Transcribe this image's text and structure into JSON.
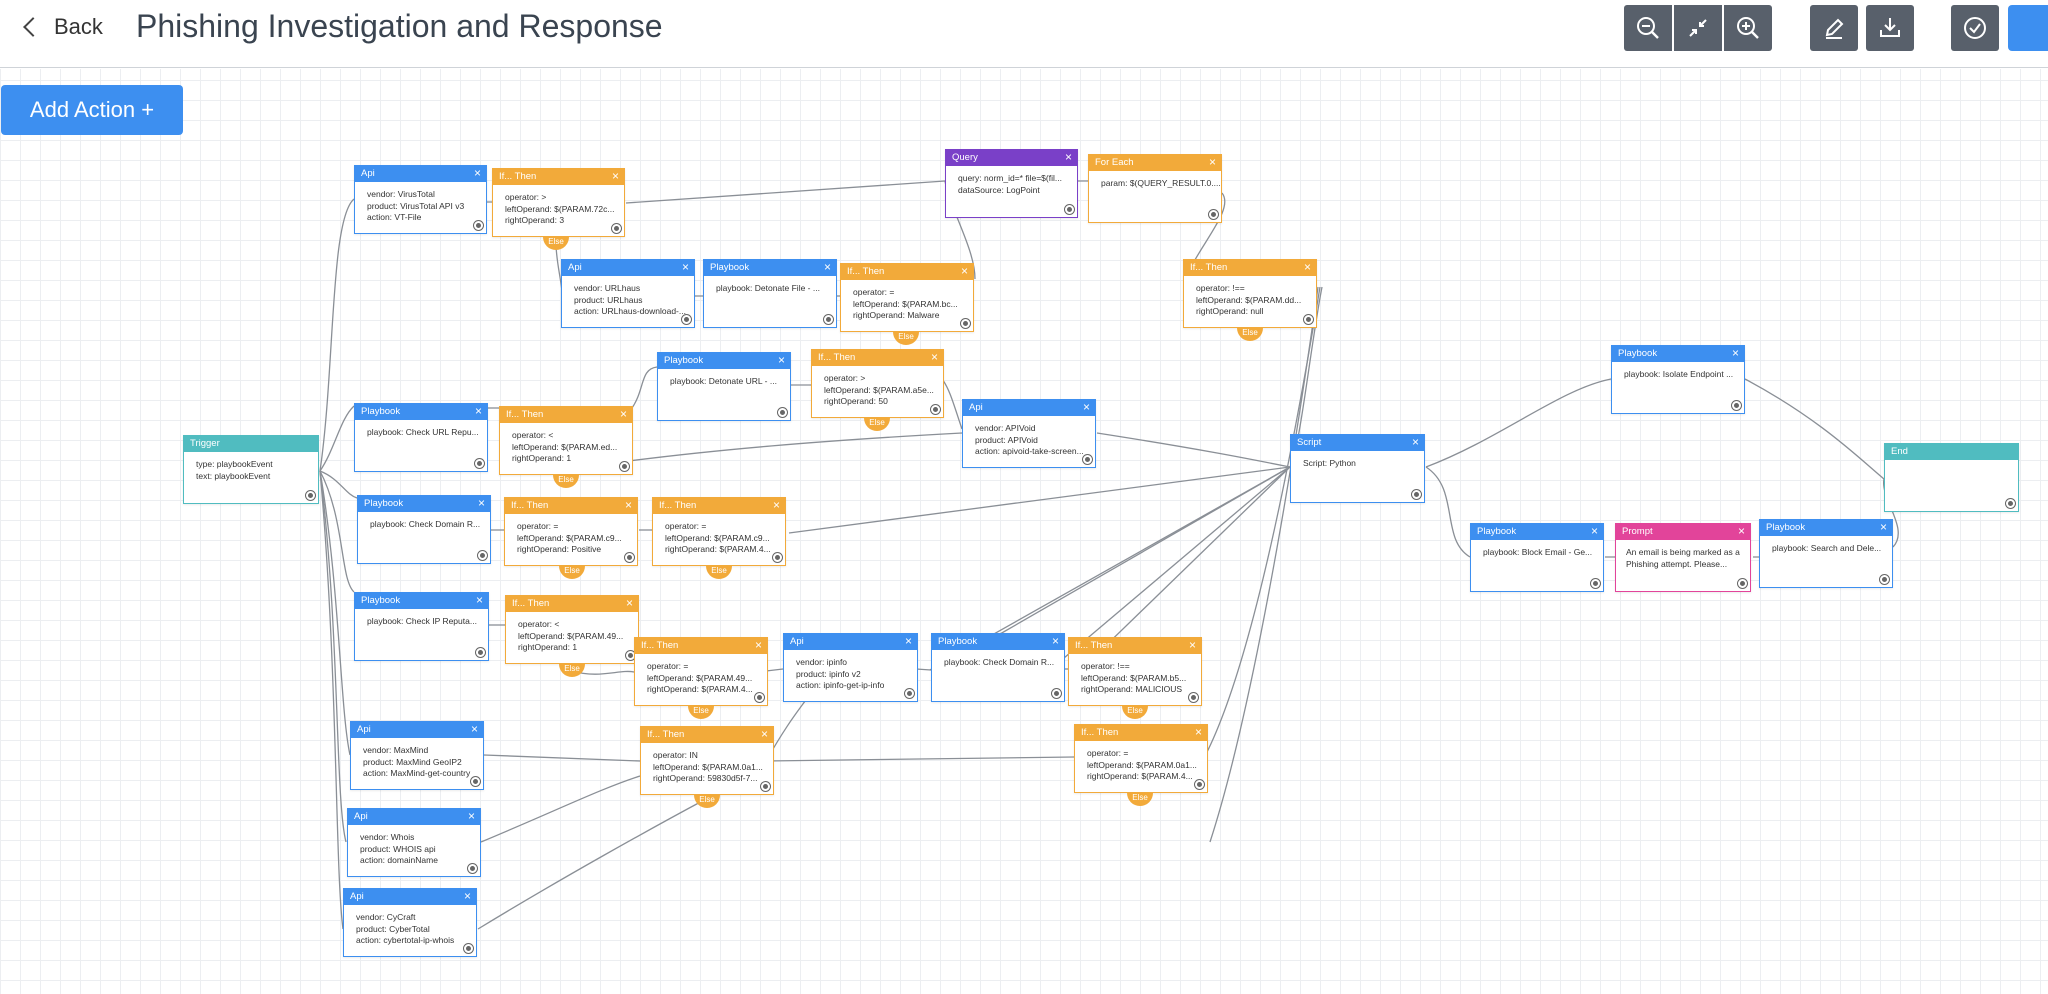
{
  "header": {
    "back_label": "Back",
    "title": "Phishing Investigation and Response",
    "tools": [
      "zoom-out-icon",
      "collapse-icon",
      "zoom-in-icon",
      "edit-icon",
      "download-icon",
      "check-icon"
    ]
  },
  "toolbar": {
    "add_action_label": "Add Action +"
  },
  "else_label": "Else",
  "nodes": {
    "trigger": {
      "title": "Trigger",
      "lines": [
        "type: playbookEvent",
        "text: playbookEvent"
      ]
    },
    "api_vt": {
      "title": "Api",
      "lines": [
        "vendor: VirusTotal",
        "product: VirusTotal API v3",
        "action: VT-File"
      ]
    },
    "if_vt": {
      "title": "If... Then",
      "lines": [
        "operator: >",
        "leftOperand: $(PARAM.72c...",
        "rightOperand: 3"
      ]
    },
    "query": {
      "title": "Query",
      "lines": [
        "query: norm_id=* file=$(fil...",
        "dataSource: LogPoint"
      ]
    },
    "foreach": {
      "title": "For Each",
      "lines": [
        "param: $(QUERY_RESULT.0...."
      ]
    },
    "api_urlhaus": {
      "title": "Api",
      "lines": [
        "vendor: URLhaus",
        "product: URLhaus",
        "action: URLhaus-download-..."
      ]
    },
    "pb_detfile": {
      "title": "Playbook",
      "lines": [
        "playbook: Detonate File - ..."
      ]
    },
    "if_malware": {
      "title": "If... Then",
      "lines": [
        "operator: =",
        "leftOperand: $(PARAM.bc...",
        "rightOperand: Malware"
      ]
    },
    "if_null": {
      "title": "If... Then",
      "lines": [
        "operator: !==",
        "leftOperand: $(PARAM.dd...",
        "rightOperand: null"
      ]
    },
    "pb_deturl": {
      "title": "Playbook",
      "lines": [
        "playbook: Detonate URL - ..."
      ]
    },
    "if_50": {
      "title": "If... Then",
      "lines": [
        "operator: >",
        "leftOperand: $(PARAM.a5e...",
        "rightOperand: 50"
      ]
    },
    "pb_checkurl": {
      "title": "Playbook",
      "lines": [
        "playbook: Check URL Repu..."
      ]
    },
    "if_lt1": {
      "title": "If... Then",
      "lines": [
        "operator: <",
        "leftOperand: $(PARAM.ed...",
        "rightOperand: 1"
      ]
    },
    "api_apivoid": {
      "title": "Api",
      "lines": [
        "vendor: APIVoid",
        "product: APIVoid",
        "action: apivoid-take-screen..."
      ]
    },
    "script": {
      "title": "Script",
      "lines": [
        "Script: Python"
      ]
    },
    "pb_isolate": {
      "title": "Playbook",
      "lines": [
        "playbook: Isolate Endpoint ..."
      ]
    },
    "end": {
      "title": "End",
      "lines": []
    },
    "pb_checkdomain": {
      "title": "Playbook",
      "lines": [
        "playbook: Check Domain R..."
      ]
    },
    "if_positive": {
      "title": "If... Then",
      "lines": [
        "operator: =",
        "leftOperand: $(PARAM.c9...",
        "rightOperand: Positive"
      ]
    },
    "if_eq4": {
      "title": "If... Then",
      "lines": [
        "operator: =",
        "leftOperand: $(PARAM.c9...",
        "rightOperand: $(PARAM.4..."
      ]
    },
    "pb_blockemail": {
      "title": "Playbook",
      "lines": [
        "playbook: Block Email - Ge..."
      ]
    },
    "prompt": {
      "title": "Prompt",
      "lines": [
        "An email is being marked as a",
        "Phishing attempt. Please..."
      ]
    },
    "pb_searchdel": {
      "title": "Playbook",
      "lines": [
        "playbook: Search and Dele..."
      ]
    },
    "pb_checkip": {
      "title": "Playbook",
      "lines": [
        "playbook: Check IP Reputa..."
      ]
    },
    "if_lt49": {
      "title": "If... Then",
      "lines": [
        "operator: <",
        "leftOperand: $(PARAM.49...",
        "rightOperand: 1"
      ]
    },
    "if_eq49": {
      "title": "If... Then",
      "lines": [
        "operator: =",
        "leftOperand: $(PARAM.49...",
        "rightOperand: $(PARAM.4..."
      ]
    },
    "api_ipinfo": {
      "title": "Api",
      "lines": [
        "vendor: ipinfo",
        "product: ipinfo v2",
        "action: ipinfo-get-ip-info"
      ]
    },
    "pb_checkdomain2": {
      "title": "Playbook",
      "lines": [
        "playbook: Check Domain R..."
      ]
    },
    "if_malicious": {
      "title": "If... Then",
      "lines": [
        "operator: !==",
        "leftOperand: $(PARAM.b5...",
        "rightOperand: MALICIOUS"
      ]
    },
    "api_maxmind": {
      "title": "Api",
      "lines": [
        "vendor: MaxMind",
        "product: MaxMind GeoIP2",
        "action: MaxMind-get-country"
      ]
    },
    "if_in": {
      "title": "If... Then",
      "lines": [
        "operator: IN",
        "leftOperand: $(PARAM.0a1...",
        "rightOperand: 59830d5f-7..."
      ]
    },
    "if_eq0a1": {
      "title": "If... Then",
      "lines": [
        "operator: =",
        "leftOperand: $(PARAM.0a1...",
        "rightOperand: $(PARAM.4..."
      ]
    },
    "api_whois": {
      "title": "Api",
      "lines": [
        "vendor: Whois",
        "product: WHOIS api",
        "action: domainName"
      ]
    },
    "api_cycraft": {
      "title": "Api",
      "lines": [
        "vendor: CyCraft",
        "product: CyberTotal",
        "action: cybertotal-ip-whois"
      ]
    }
  }
}
